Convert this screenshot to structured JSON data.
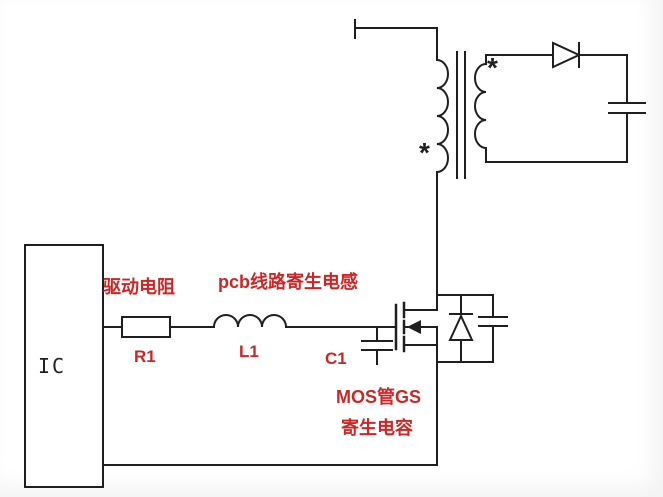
{
  "figure": {
    "background": "#ffffff",
    "wire_color": "#1f1f1f",
    "annotation_color": "#cd2626",
    "components": {
      "ic_label": "IC",
      "drive_resistor_label": "驱动电阻",
      "drive_resistor_ref": "R1",
      "pcb_inductance_label": "pcb线路寄生电感",
      "pcb_inductance_ref": "L1",
      "gs_capacitance_ref": "C1",
      "gs_capacitance_label_line1": "MOS管GS",
      "gs_capacitance_label_line2": "寄生电容",
      "transformer_dot_top": "*",
      "transformer_dot_bottom": "*"
    }
  }
}
